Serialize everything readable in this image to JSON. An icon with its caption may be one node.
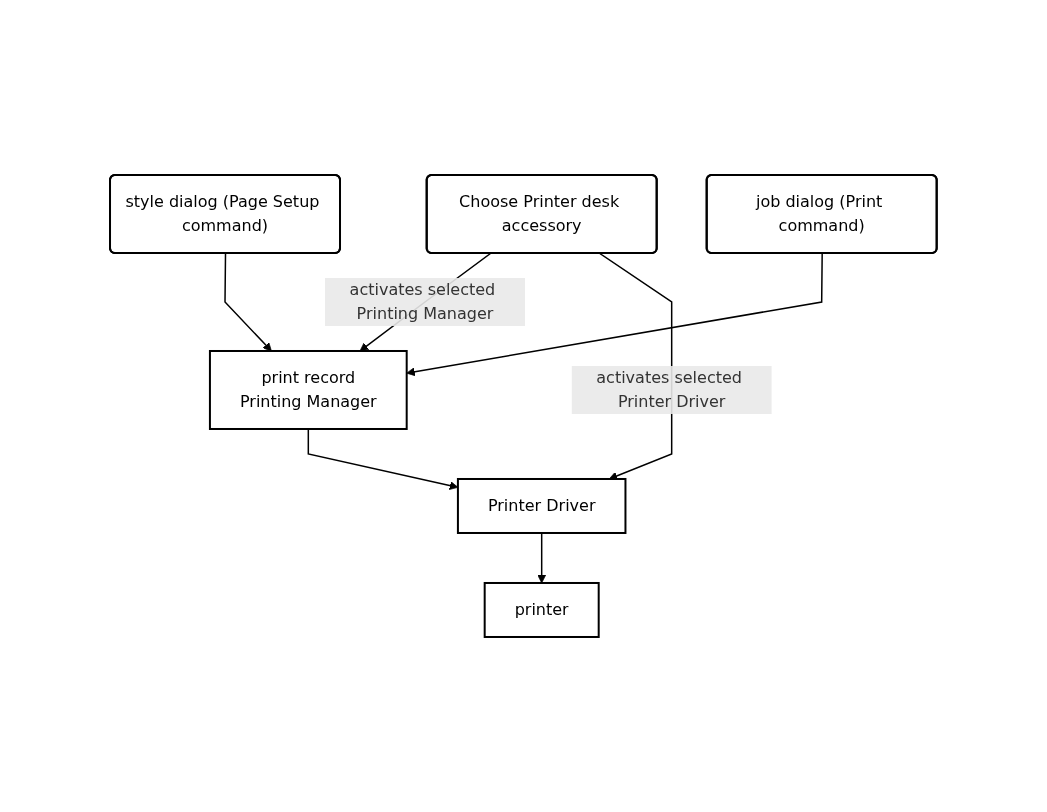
{
  "diagram": {
    "nodes": [
      {
        "text": [
          "style dialog (Page Setup command)"
        ]
      },
      {
        "text": [
          "job dialog (Print command)"
        ]
      },
      {
        "text": [
          "Choose Printer desk accessory"
        ]
      },
      {
        "text": [
          "print record",
          "Printing Manager"
        ]
      },
      {
        "text": [
          "Printer Driver"
        ]
      },
      {
        "text": [
          "printer"
        ]
      }
    ],
    "edges": [
      {
        "from": 0,
        "to": 3,
        "arrow": "to"
      },
      {
        "from": 1,
        "to": 3,
        "arrow": "to"
      },
      {
        "from": 2,
        "to": 3,
        "arrow": "to",
        "label": "activates selected Printing Manager"
      },
      {
        "from": 2,
        "to": 4,
        "arrow": "to",
        "label": "activates selected Printer Driver"
      },
      {
        "from": 3,
        "to": 4,
        "arrow": "to"
      },
      {
        "from": 4,
        "to": 5,
        "arrow": "to"
      }
    ]
  }
}
